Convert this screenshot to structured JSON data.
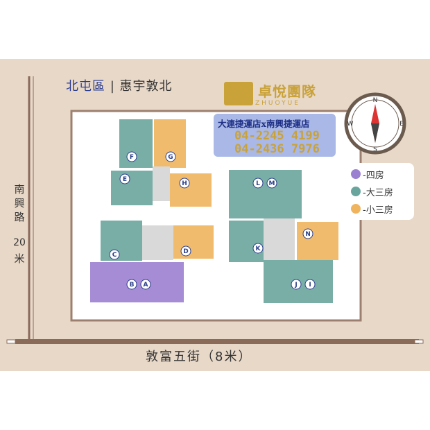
{
  "header": {
    "district": "北屯區",
    "separator": "|",
    "project": "惠宇敦北",
    "brand_name": "卓悅團隊",
    "brand_sub": "ZHUOYUE"
  },
  "contact": {
    "store": "大連捷運店x南興捷運店",
    "phone1": "04-2245 4199",
    "phone2": "04-2436 7976"
  },
  "compass": {
    "n": "N",
    "s": "S",
    "e": "E",
    "w": "W"
  },
  "legend": {
    "items": [
      {
        "label": "-四房",
        "color": "#9b7fd0"
      },
      {
        "label": "-大三房",
        "color": "#6aa59d"
      },
      {
        "label": "-小三房",
        "color": "#f0b45e"
      }
    ]
  },
  "roads": {
    "west_1": "南",
    "west_2": "興",
    "west_3": "路",
    "west_4": "20",
    "west_5": "米",
    "south": "敦富五街（8米）"
  },
  "units": [
    "A",
    "B",
    "C",
    "D",
    "E",
    "F",
    "G",
    "H",
    "I",
    "J",
    "K",
    "L",
    "M",
    "N"
  ],
  "colors": {
    "four_room": "#9b7fd0",
    "large_three": "#6aa59d",
    "small_three": "#f0b45e",
    "ground": "#e6d6c6",
    "road": "#8a6a58"
  }
}
